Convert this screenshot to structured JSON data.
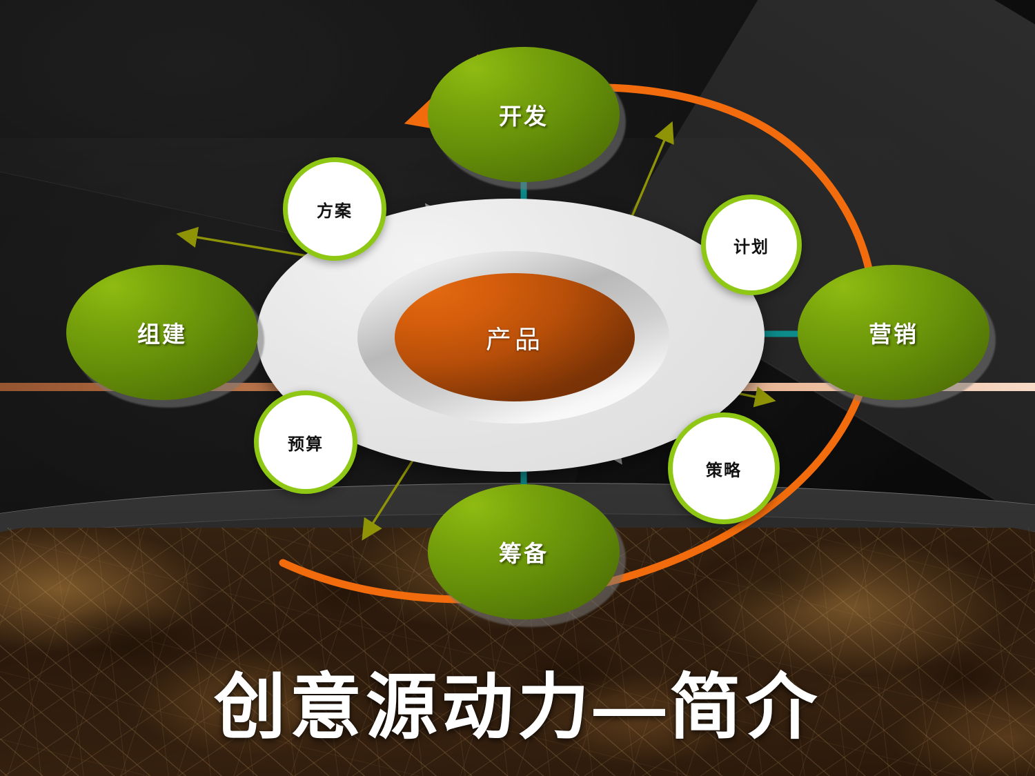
{
  "slide": {
    "title": "创意源动力—简介",
    "colors": {
      "green_node": "#6b9009",
      "green_bubble_border": "#8ec714",
      "orange_core": "#c9580b",
      "orange_arrow": "#f26c0d",
      "teal_connector": "#0d8b8b",
      "olive_arrow": "#8f9406",
      "gray_arrow": "#9a9a9a",
      "copper_divider": "#cf8a5c",
      "background_dark": "#1a1a1a",
      "ring_light": "#e4e4e4",
      "bubble_text": "#111111",
      "node_text": "#ffffff"
    }
  },
  "center": {
    "label": "产品",
    "name": "product-core"
  },
  "nodes": [
    {
      "id": "top",
      "label": "开发"
    },
    {
      "id": "left",
      "label": "组建"
    },
    {
      "id": "right",
      "label": "营销"
    },
    {
      "id": "bottom",
      "label": "筹备"
    }
  ],
  "bubbles": [
    {
      "id": "top-left",
      "label": "方案"
    },
    {
      "id": "top-right",
      "label": "计划"
    },
    {
      "id": "bottom-left",
      "label": "预算"
    },
    {
      "id": "bottom-right",
      "label": "策略"
    }
  ],
  "icons": {
    "orange_cycle_arrow": "orange-cycle-arrow-icon",
    "olive_arrow_ne": "olive-arrow-northeast-icon",
    "olive_arrow_nw": "olive-arrow-northwest-icon",
    "olive_arrow_se": "olive-arrow-southeast-icon",
    "olive_arrow_sw": "olive-arrow-southwest-icon",
    "gray_arrow_nw": "gray-arrow-northwest-icon",
    "gray_arrow_se": "gray-arrow-southeast-icon"
  }
}
